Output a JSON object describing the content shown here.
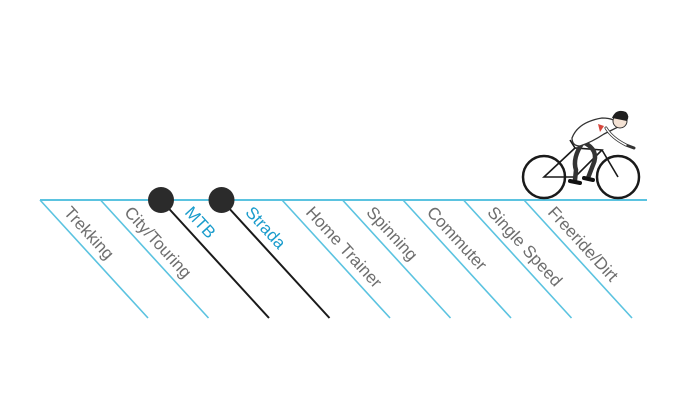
{
  "colors": {
    "line": "#5bc3e0",
    "selected_line": "#1a1a1a",
    "marker": "#2b2b2b",
    "label": "#6e6e6e",
    "selected_label": "#1a9ccc"
  },
  "categories": [
    {
      "label": "Trekking",
      "selected": false
    },
    {
      "label": "City/Touring",
      "selected": false
    },
    {
      "label": "MTB",
      "selected": true
    },
    {
      "label": "Strada",
      "selected": true
    },
    {
      "label": "Home Trainer",
      "selected": false
    },
    {
      "label": "Spinning",
      "selected": false
    },
    {
      "label": "Commuter",
      "selected": false
    },
    {
      "label": "Single Speed",
      "selected": false
    },
    {
      "label": "Freeride/Dirt",
      "selected": false
    }
  ],
  "illustration": {
    "icon": "cyclist-icon"
  }
}
